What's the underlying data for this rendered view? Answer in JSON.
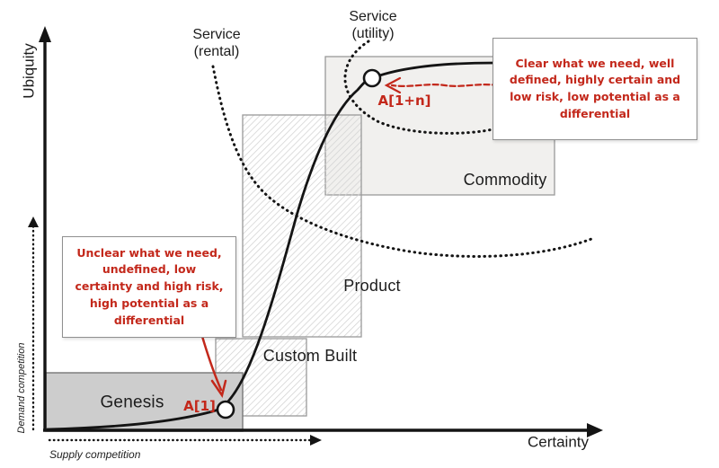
{
  "colors": {
    "accent_red": "#c3281b",
    "line_black": "#141414",
    "genesis_fill": "#cdcdcd",
    "commodity_fill": "#f1f0ee",
    "box_border": "#999999"
  },
  "axes": {
    "y_axis_label": "Ubiquity",
    "x_axis_label": "Certainty",
    "demand_axis_label": "Demand competition",
    "supply_axis_label": "Supply competition"
  },
  "stages": {
    "genesis": "Genesis",
    "custom_built": "Custom Built",
    "product": "Product",
    "commodity": "Commodity"
  },
  "service_curves": {
    "rental": "Service (rental)",
    "utility": "Service (utility)"
  },
  "points": {
    "start": "A[1]",
    "end": "A[1+n]"
  },
  "annotations": {
    "left_note": "Unclear what we need, undefined, low certainty and high risk, high potential as a differential",
    "right_note": "Clear what we need, well defined, highly certain and low risk, low potential as a differential"
  }
}
